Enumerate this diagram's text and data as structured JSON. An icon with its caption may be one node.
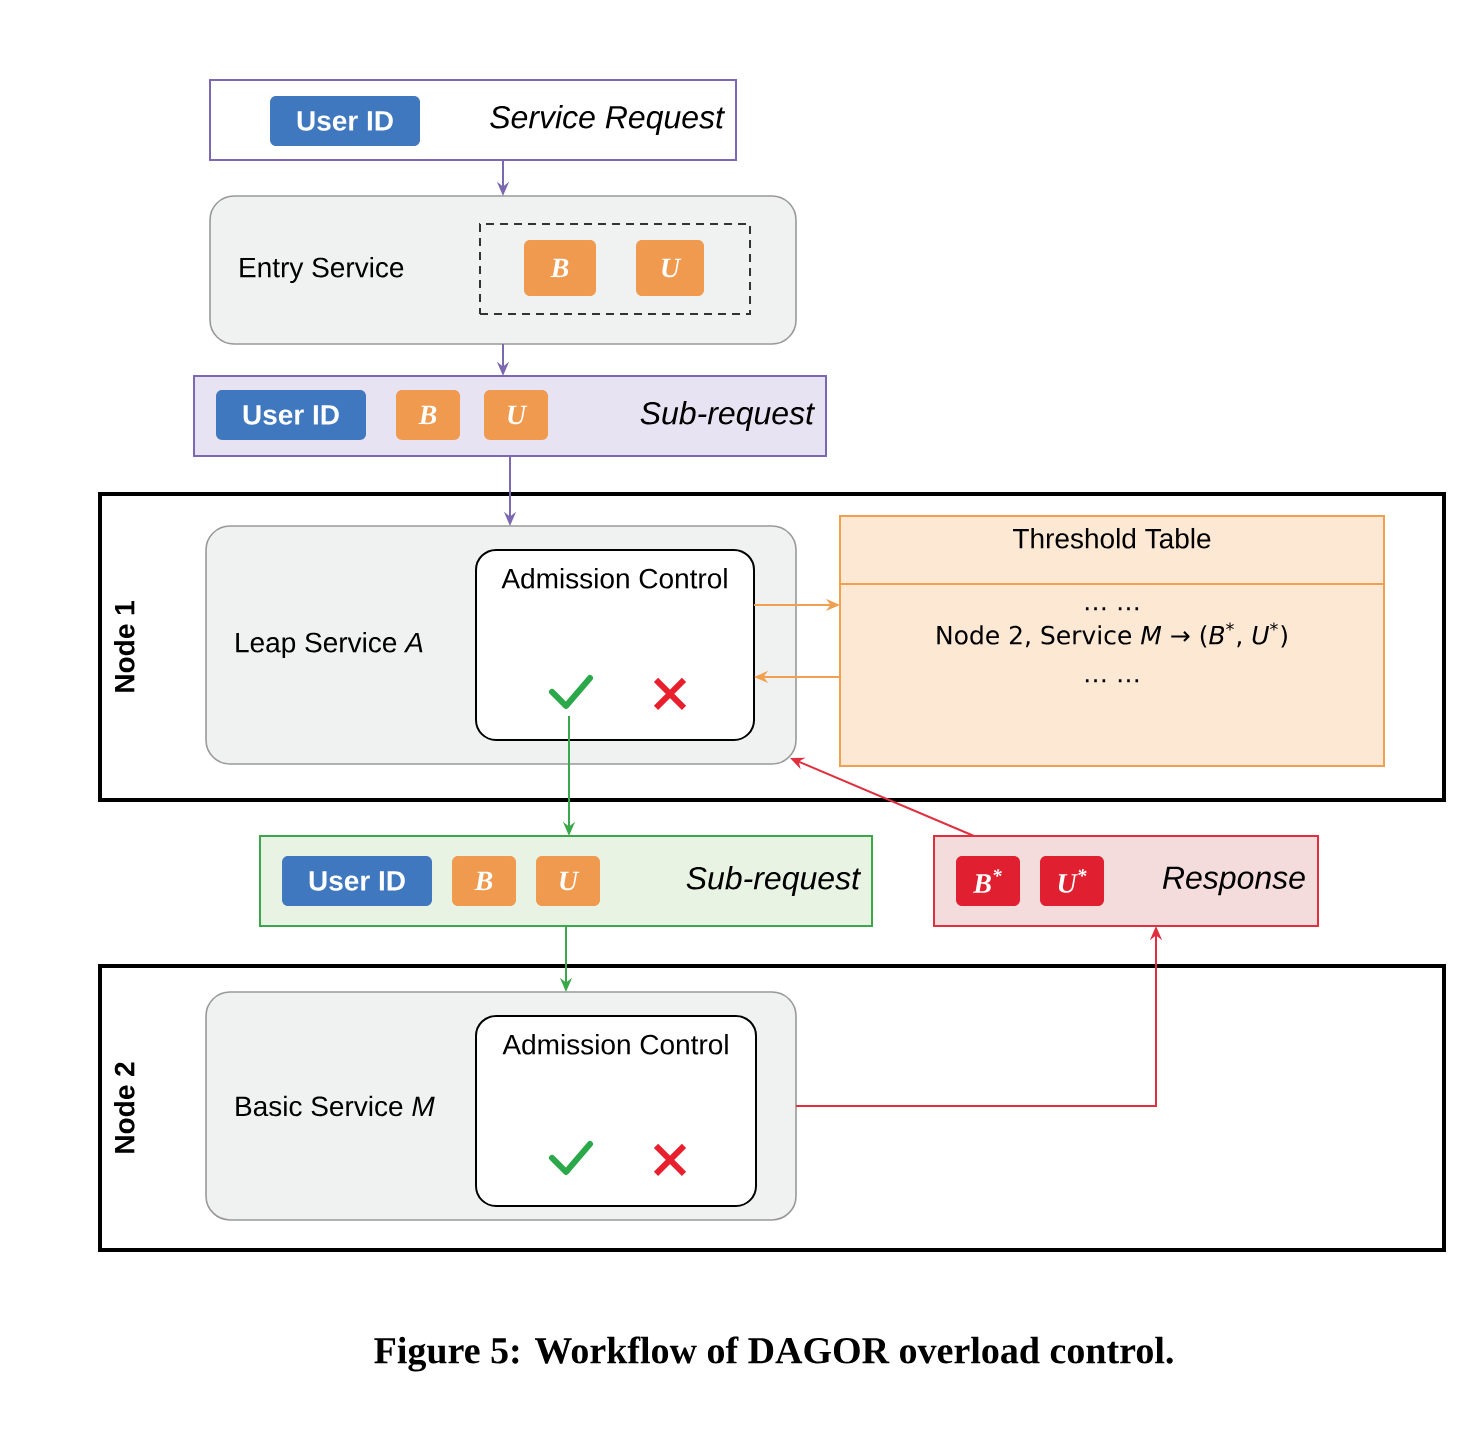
{
  "diagram": {
    "caption": "Figure 5: Workflow of DAGOR overload control.",
    "nodes": [
      {
        "text": [
          "Service Request"
        ]
      },
      {
        "text": [
          "User ID"
        ],
        "in": 0
      },
      {
        "text": [
          "Entry Service"
        ]
      },
      {
        "text": [],
        "shape": "box",
        "in": 2
      },
      {
        "text": [
          "B"
        ],
        "in": 3
      },
      {
        "text": [
          "U"
        ],
        "in": 3
      },
      {
        "text": [
          "Sub-request"
        ]
      },
      {
        "text": [
          "User ID"
        ],
        "in": 6
      },
      {
        "text": [
          "B"
        ],
        "in": 6
      },
      {
        "text": [
          "U"
        ],
        "in": 6
      },
      {
        "text": [
          "Node 1"
        ]
      },
      {
        "text": [
          "Leap Service *A*"
        ],
        "in": 10
      },
      {
        "text": [
          "Admission Control"
        ],
        "in": 11
      },
      {
        "text": [
          "Threshold Table",
          "… …",
          "Node 2, Service *M* → (*B*$^{*}$, *U*$^{*}$)",
          "… …"
        ],
        "in": 10
      },
      {
        "text": [
          "Sub-request"
        ]
      },
      {
        "text": [
          "User ID"
        ],
        "in": 14
      },
      {
        "text": [
          "B"
        ],
        "in": 14
      },
      {
        "text": [
          "U"
        ],
        "in": 14
      },
      {
        "text": [
          "Response"
        ]
      },
      {
        "text": [
          "B$^{*}$"
        ],
        "in": 18
      },
      {
        "text": [
          "U$^{*}$"
        ],
        "in": 18
      },
      {
        "text": [
          "Node 2"
        ]
      },
      {
        "text": [
          "Basic Service *M*"
        ],
        "in": 21
      },
      {
        "text": [
          "Admission Control"
        ],
        "in": 22
      }
    ],
    "edges": [
      {
        "from": 0,
        "to": 2,
        "arrow": "to"
      },
      {
        "from": 2,
        "to": 6,
        "arrow": "to"
      },
      {
        "from": 6,
        "to": 11,
        "arrow": "to"
      },
      {
        "from": 12,
        "to": 13,
        "arrow": "to",
        "color": "#f0a050"
      },
      {
        "from": 13,
        "to": 12,
        "arrow": "to",
        "color": "#f0a050"
      },
      {
        "from": 12,
        "to": 14,
        "arrow": "to",
        "color": "#3aa84a"
      },
      {
        "from": 14,
        "to": 22,
        "arrow": "to",
        "color": "#3aa84a"
      },
      {
        "from": 22,
        "to": 18,
        "arrow": "to",
        "color": "#e03040"
      },
      {
        "from": 18,
        "to": 11,
        "arrow": "to",
        "color": "#e03040"
      }
    ]
  }
}
